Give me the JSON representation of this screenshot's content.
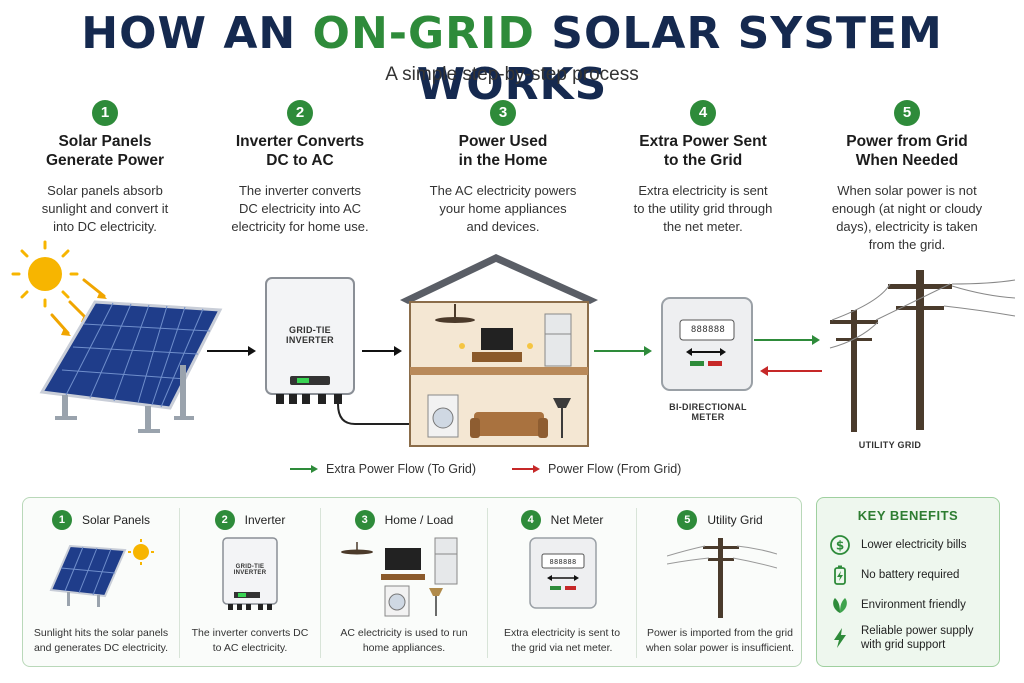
{
  "header": {
    "title_part1": "HOW AN ",
    "title_highlight": "ON-GRID",
    "title_part2": " SOLAR SYSTEM WORKS",
    "subtitle": "A simple step-by-step process"
  },
  "steps": [
    {
      "num": "1",
      "title": "Solar Panels\nGenerate Power",
      "desc": "Solar panels absorb\nsunlight and convert it\ninto DC electricity."
    },
    {
      "num": "2",
      "title": "Inverter Converts\nDC to AC",
      "desc": "The inverter converts\nDC electricity into AC\nelectricity for home use."
    },
    {
      "num": "3",
      "title": "Power Used\nin the Home",
      "desc": "The AC electricity powers\nyour home appliances\nand devices."
    },
    {
      "num": "4",
      "title": "Extra Power Sent\nto the Grid",
      "desc": "Extra electricity is sent\nto the utility grid through\nthe net meter."
    },
    {
      "num": "5",
      "title": "Power from Grid\nWhen Needed",
      "desc": "When solar power is not\nenough (at night or cloudy\ndays), electricity is taken\nfrom the grid."
    }
  ],
  "labels": {
    "inverter": "GRID-TIE\nINVERTER",
    "meter_display": "888888",
    "meter": "BI-DIRECTIONAL\nMETER",
    "grid": "UTILITY GRID"
  },
  "legend": {
    "to_grid": "Extra Power Flow (To Grid)",
    "from_grid": "Power Flow (From Grid)"
  },
  "summary": [
    {
      "num": "1",
      "label": "Solar Panels",
      "desc": "Sunlight hits the solar panels\nand generates DC electricity."
    },
    {
      "num": "2",
      "label": "Inverter",
      "desc": "The inverter converts DC\nto AC electricity."
    },
    {
      "num": "3",
      "label": "Home / Load",
      "desc": "AC electricity is used to run\nhome appliances."
    },
    {
      "num": "4",
      "label": "Net Meter",
      "desc": "Extra electricity is sent to\nthe grid via net meter."
    },
    {
      "num": "5",
      "label": "Utility Grid",
      "desc": "Power is imported from the grid\nwhen solar power is insufficient."
    }
  ],
  "benefits": {
    "title": "KEY BENEFITS",
    "items": [
      {
        "icon": "dollar-icon",
        "text": "Lower electricity bills"
      },
      {
        "icon": "battery-icon",
        "text": "No battery required"
      },
      {
        "icon": "leaf-icon",
        "text": "Environment friendly"
      },
      {
        "icon": "lightning-icon",
        "text": "Reliable power supply\nwith grid support"
      }
    ]
  },
  "colors": {
    "green": "#2e8b3a",
    "navy": "#15294f",
    "red": "#c62828"
  }
}
